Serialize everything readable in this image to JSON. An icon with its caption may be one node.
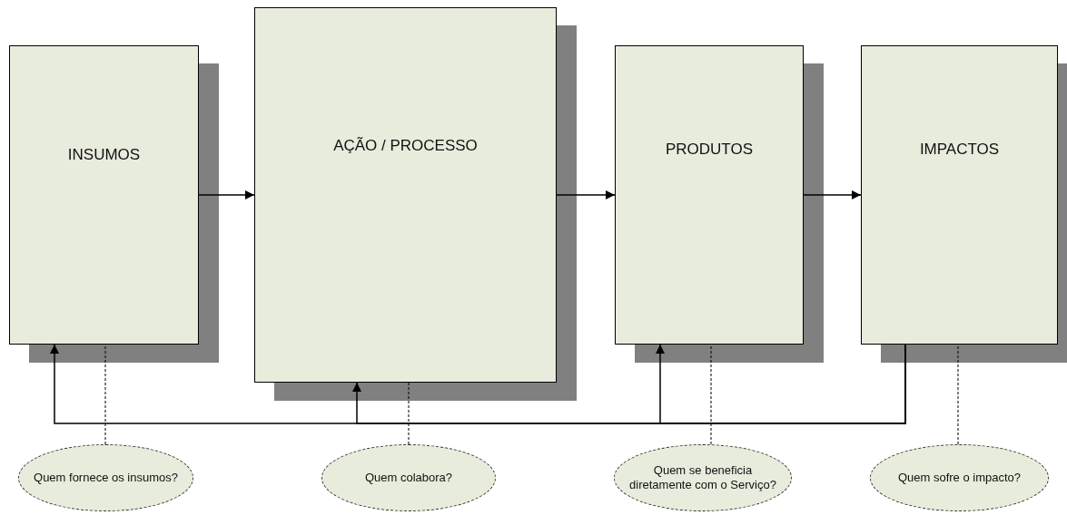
{
  "diagram": {
    "nodes": [
      {
        "text": [
          "INSUMOS"
        ]
      },
      {
        "text": [
          "AÇÃO / PROCESSO"
        ]
      },
      {
        "text": [
          "PRODUTOS"
        ]
      },
      {
        "text": [
          "IMPACTOS"
        ]
      },
      {
        "text": [
          "Quem fornece os insumos?"
        ]
      },
      {
        "text": [
          "Quem colabora?"
        ]
      },
      {
        "text": [
          "Quem se beneficia diretamente com o Serviço?"
        ]
      },
      {
        "text": [
          "Quem sofre o impacto?"
        ]
      }
    ],
    "edges": [
      {
        "from": 0,
        "to": 1,
        "arrow": "to"
      },
      {
        "from": 1,
        "to": 2,
        "arrow": "to"
      },
      {
        "from": 2,
        "to": 3,
        "arrow": "to"
      },
      {
        "from": 3,
        "to": 0,
        "arrow": "to"
      },
      {
        "from": 3,
        "to": 1,
        "arrow": "to"
      },
      {
        "from": 3,
        "to": 2,
        "arrow": "to"
      },
      {
        "from": 4,
        "to": 0,
        "arrow": "none",
        "style": "dashed"
      },
      {
        "from": 5,
        "to": 1,
        "arrow": "none",
        "style": "dashed"
      },
      {
        "from": 6,
        "to": 2,
        "arrow": "none",
        "style": "dashed"
      },
      {
        "from": 7,
        "to": 3,
        "arrow": "none",
        "style": "dashed"
      }
    ]
  }
}
